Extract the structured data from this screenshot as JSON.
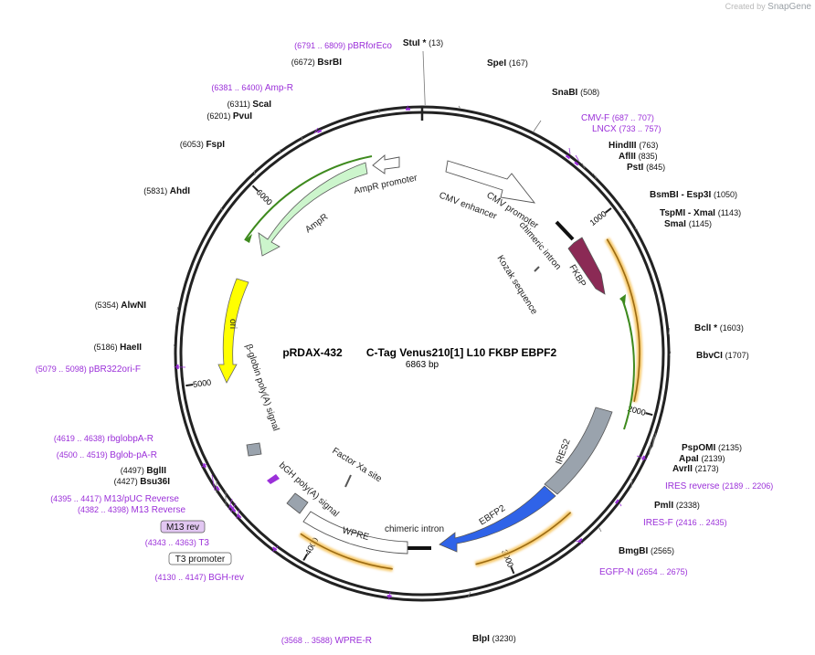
{
  "branding": {
    "created_by": "Created by",
    "logo_text": "SnapGene"
  },
  "plasmid": {
    "name": "pRDAX-432",
    "description": "C-Tag Venus210[1] L10 FKBP EBPF2",
    "length_label": "6863 bp",
    "length": 6863
  },
  "ruler_labels": [
    "1000",
    "2000",
    "3000",
    "4000",
    "5000",
    "6000"
  ],
  "sites": [
    {
      "name": "StuI *",
      "pos": "(13)"
    },
    {
      "name": "SpeI",
      "pos": "(167)"
    },
    {
      "name": "SnaBI",
      "pos": "(508)"
    },
    {
      "name": "CMV-F",
      "pos": "(687 .. 707)"
    },
    {
      "name": "LNCX",
      "pos": "(733 .. 757)"
    },
    {
      "name": "HindIII",
      "pos": "(763)"
    },
    {
      "name": "AflII",
      "pos": "(835)"
    },
    {
      "name": "PstI",
      "pos": "(845)"
    },
    {
      "name": "BsmBI - Esp3I",
      "pos": "(1050)"
    },
    {
      "name": "TspMI - XmaI",
      "pos": "(1143)"
    },
    {
      "name": "SmaI",
      "pos": "(1145)"
    },
    {
      "name": "BclI *",
      "pos": "(1603)"
    },
    {
      "name": "BbvCI",
      "pos": "(1707)"
    },
    {
      "name": "PspOMI",
      "pos": "(2135)"
    },
    {
      "name": "ApaI",
      "pos": "(2139)"
    },
    {
      "name": "AvrII",
      "pos": "(2173)"
    },
    {
      "name": "IRES reverse",
      "pos": "(2189 .. 2206)"
    },
    {
      "name": "PmlI",
      "pos": "(2338)"
    },
    {
      "name": "IRES-F",
      "pos": "(2416 .. 2435)"
    },
    {
      "name": "BmgBI",
      "pos": "(2565)"
    },
    {
      "name": "EGFP-N",
      "pos": "(2654 .. 2675)"
    },
    {
      "name": "BlpI",
      "pos": "(3230)"
    },
    {
      "name": "WPRE-R",
      "pos": "(3568 .. 3588)"
    },
    {
      "name": "BGH-rev",
      "pos": "(4130 .. 4147)"
    },
    {
      "name": "T3 promoter",
      "pos": ""
    },
    {
      "name": "T3",
      "pos": "(4343 .. 4363)"
    },
    {
      "name": "M13 rev",
      "pos": ""
    },
    {
      "name": "M13 Reverse",
      "pos": "(4382 .. 4398)"
    },
    {
      "name": "M13/pUC Reverse",
      "pos": "(4395 .. 4417)"
    },
    {
      "name": "Bsu36I",
      "pos": "(4427)"
    },
    {
      "name": "BglII",
      "pos": "(4497)"
    },
    {
      "name": "Bglob-pA-R",
      "pos": "(4500 .. 4519)"
    },
    {
      "name": "rbglobpA-R",
      "pos": "(4619 .. 4638)"
    },
    {
      "name": "pBR322ori-F",
      "pos": "(5079 .. 5098)"
    },
    {
      "name": "HaeII",
      "pos": "(5186)"
    },
    {
      "name": "AlwNI",
      "pos": "(5354)"
    },
    {
      "name": "AhdI",
      "pos": "(5831)"
    },
    {
      "name": "FspI",
      "pos": "(6053)"
    },
    {
      "name": "PvuI",
      "pos": "(6201)"
    },
    {
      "name": "ScaI",
      "pos": "(6311)"
    },
    {
      "name": "Amp-R",
      "pos": "(6381 .. 6400)"
    },
    {
      "name": "BsrBI",
      "pos": "(6672)"
    },
    {
      "name": "pBRforEco",
      "pos": "(6791 .. 6809)"
    }
  ],
  "features": [
    {
      "name": "CMV enhancer"
    },
    {
      "name": "CMV promoter"
    },
    {
      "name": "chimeric intron"
    },
    {
      "name": "Kozak sequence"
    },
    {
      "name": "FKBP"
    },
    {
      "name": "IRES2"
    },
    {
      "name": "EBFP2"
    },
    {
      "name": "chimeric intron"
    },
    {
      "name": "WPRE"
    },
    {
      "name": "bGH poly(A) signal"
    },
    {
      "name": "Factor Xa site"
    },
    {
      "name": "β-globin poly(A) signal"
    },
    {
      "name": "ori"
    },
    {
      "name": "AmpR"
    },
    {
      "name": "AmpR promoter"
    }
  ],
  "colors": {
    "backbone": "#222222",
    "enzyme_text": "#111111",
    "primer": "#9b30d9",
    "ori": "#ffff00",
    "ampr": "#ccf5cc",
    "fkbp": "#8b2a55",
    "ires": "#9aa3ad",
    "ebfp2": "#2f63e8",
    "orf_glow": "#f7c96a",
    "orf_line": "#9b6a12",
    "green_orf": "#7acc4a"
  }
}
